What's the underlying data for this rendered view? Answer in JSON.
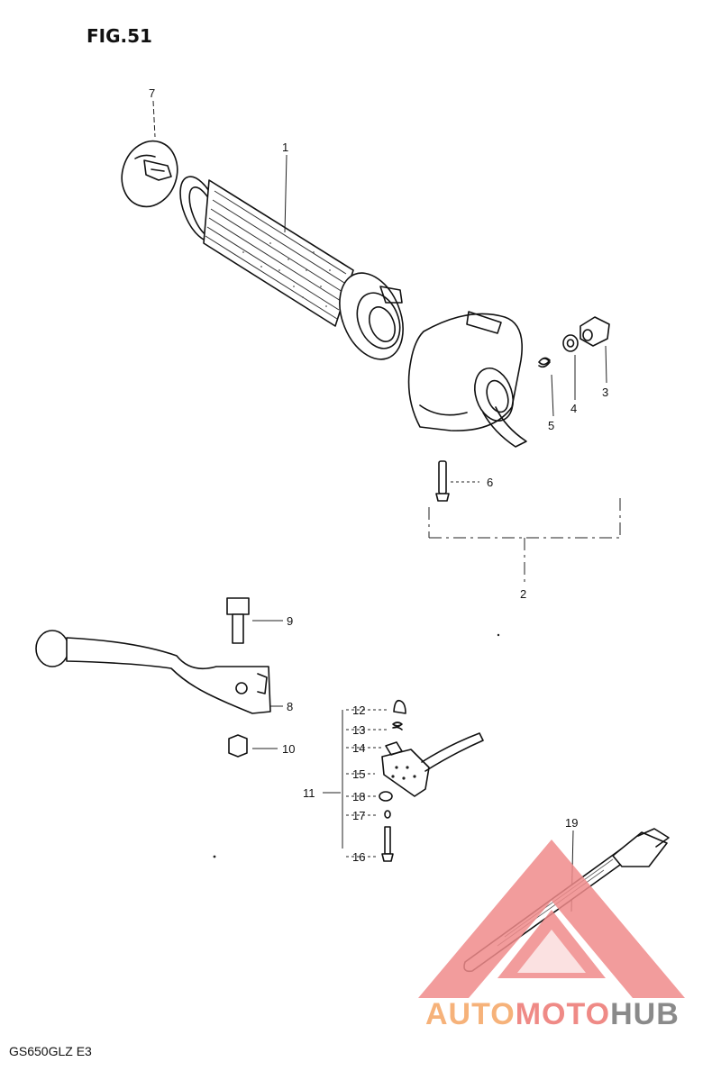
{
  "figure": {
    "title": "FIG.51",
    "model": "GS650GLZ E3"
  },
  "parts": [
    {
      "ref": "1"
    },
    {
      "ref": "2"
    },
    {
      "ref": "3"
    },
    {
      "ref": "4"
    },
    {
      "ref": "5"
    },
    {
      "ref": "6"
    },
    {
      "ref": "7"
    },
    {
      "ref": "8"
    },
    {
      "ref": "9"
    },
    {
      "ref": "10"
    },
    {
      "ref": "11"
    },
    {
      "ref": "12"
    },
    {
      "ref": "13"
    },
    {
      "ref": "14"
    },
    {
      "ref": "15"
    },
    {
      "ref": "16"
    },
    {
      "ref": "17"
    },
    {
      "ref": "18"
    },
    {
      "ref": "19"
    }
  ],
  "watermark": {
    "part1": "AUTO",
    "part2": "MOTO",
    "part3": "HUB",
    "colors": {
      "auto": "#f6b27a",
      "moto": "#ef8a86",
      "hub": "#8a8a8a",
      "triangle": "#f08b8b"
    }
  }
}
